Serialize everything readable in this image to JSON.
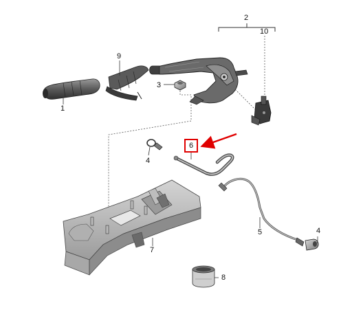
{
  "diagram": {
    "labels": {
      "p1": "1",
      "p2": "2",
      "p3": "3",
      "p4a": "4",
      "p4b": "4",
      "p5": "5",
      "p6": "6",
      "p7": "7",
      "p8": "8",
      "p9": "9",
      "p10": "10"
    },
    "highlighted_part": "6",
    "colors": {
      "line": "#333333",
      "part_dark": "#4a4a4a",
      "part_mid": "#8a8a8a",
      "part_light": "#c8c8c8",
      "highlight": "#e00000"
    }
  }
}
